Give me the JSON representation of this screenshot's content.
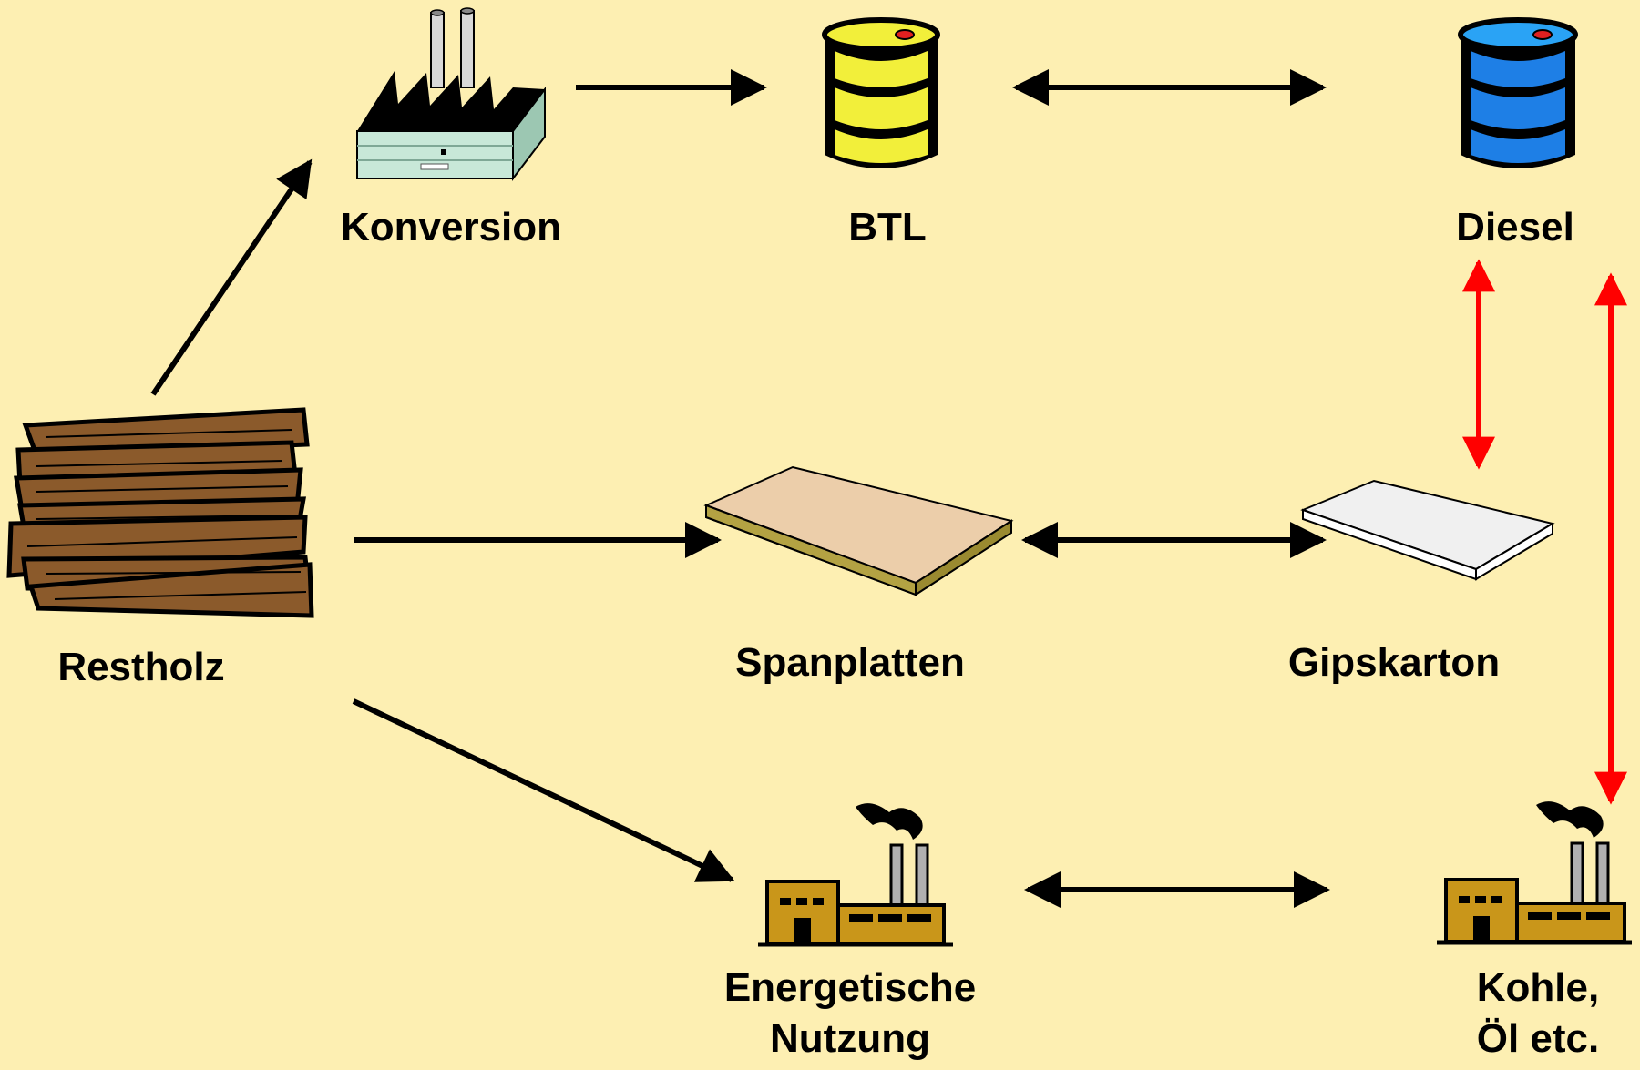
{
  "nodes": {
    "konversion": {
      "label": "Konversion",
      "icon": "factory-icon"
    },
    "btl": {
      "label": "BTL",
      "icon": "yellow-barrel-icon"
    },
    "diesel": {
      "label": "Diesel",
      "icon": "blue-barrel-icon"
    },
    "restholz": {
      "label": "Restholz",
      "icon": "wood-planks-icon"
    },
    "spanplatten": {
      "label": "Spanplatten",
      "icon": "chipboard-icon"
    },
    "gipskarton": {
      "label": "Gipskarton",
      "icon": "plasterboard-icon"
    },
    "energetische": {
      "line1": "Energetische",
      "line2": "Nutzung",
      "icon": "power-plant-icon"
    },
    "kohle": {
      "line1": "Kohle,",
      "line2": "Öl etc.",
      "icon": "power-plant-icon"
    }
  },
  "colors": {
    "background": "#fdefb2",
    "arrow": "#000000",
    "substitution_arrow": "#ff0000",
    "wood": "#8b5a2b",
    "plant": "#c9961a",
    "btl_barrel": "#f2ef3a",
    "diesel_barrel": "#1e7fe6",
    "chipboard": "#ecceaa",
    "plasterboard": "#f0f0f0"
  }
}
